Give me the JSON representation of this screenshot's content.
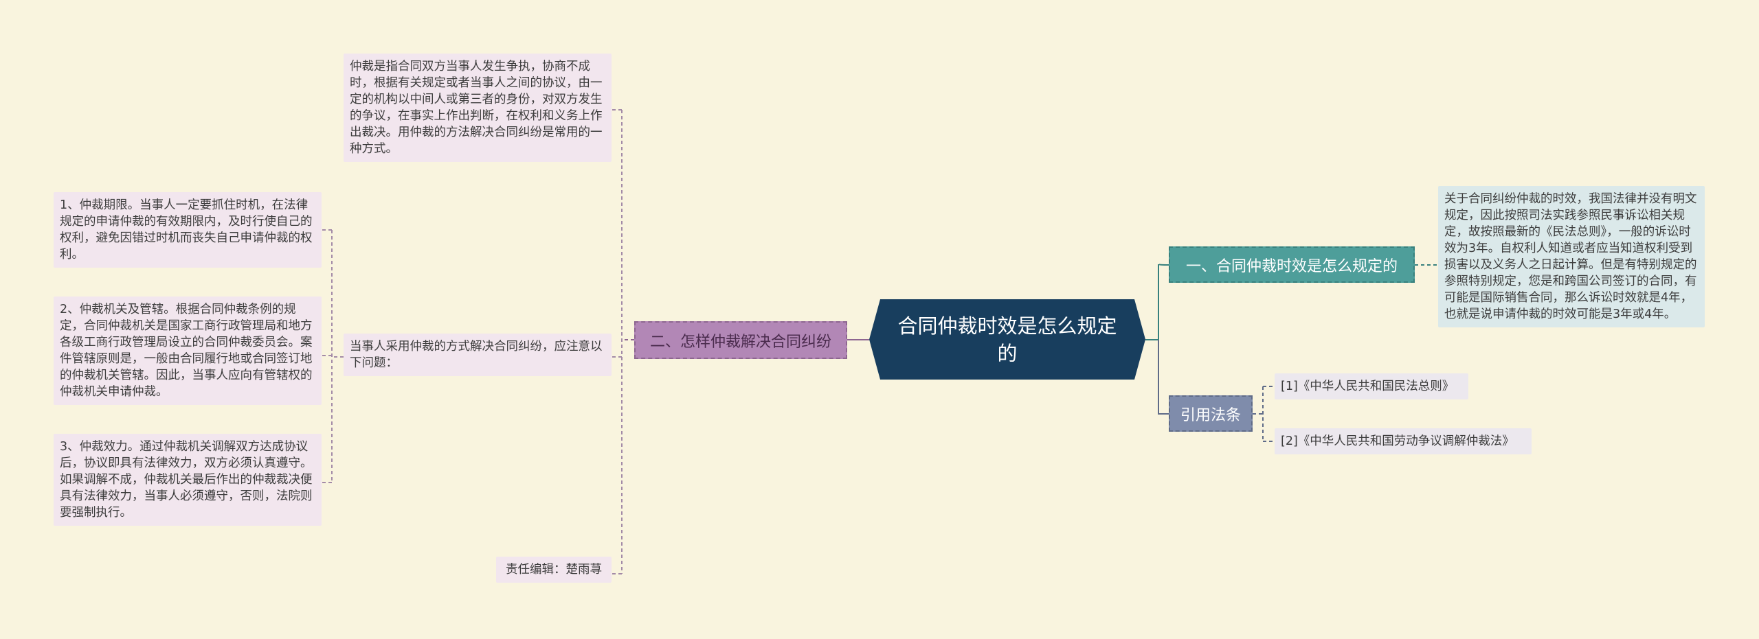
{
  "center": {
    "title": "合同仲裁时效是怎么规定的"
  },
  "branches": {
    "left": {
      "label": "二、怎样仲裁解决合同纠纷",
      "children": {
        "definition": "仲裁是指合同双方当事人发生争执，协商不成时，根据有关规定或者当事人之间的协议，由一定的机构以中间人或第三者的身份，对双方发生的争议，在事实上作出判断，在权利和义务上作出裁决。用仲裁的方法解决合同纠纷是常用的一种方式。",
        "issues": {
          "label": "当事人采用仲裁的方式解决合同纠纷，应注意以下问题：",
          "items": [
            "1、仲裁期限。当事人一定要抓住时机，在法律规定的申请仲裁的有效期限内，及时行使自己的权利，避免因错过时机而丧失自己申请仲裁的权利。",
            "2、仲裁机关及管辖。根据合同仲裁条例的规定，合同仲裁机关是国家工商行政管理局和地方各级工商行政管理局设立的合同仲裁委员会。案件管辖原则是，一般由合同履行地或合同签订地的仲裁机关管辖。因此，当事人应向有管辖权的仲裁机关申请仲裁。",
            "3、仲裁效力。通过仲裁机关调解双方达成协议后，协议即具有法律效力，双方必须认真遵守。如果调解不成，仲裁机关最后作出的仲裁裁决便具有法律效力，当事人必须遵守，否则，法院则要强制执行。"
          ]
        },
        "editor": "责任编辑：楚雨荨"
      }
    },
    "right1": {
      "label": "一、合同仲裁时效是怎么规定的",
      "detail": "关于合同纠纷仲裁的时效，我国法律并没有明文规定，因此按照司法实践参照民事诉讼相关规定，故按照最新的《民法总则》，一般的诉讼时效为3年。自权利人知道或者应当知道权利受到损害以及义务人之日起计算。但是有特别规定的参照特别规定，您是和跨国公司签订的合同，有可能是国际销售合同，那么诉讼时效就是4年，也就是说申请仲裁的时效可能是3年或4年。"
    },
    "right2": {
      "label": "引用法条",
      "refs": [
        "[1]《中华人民共和国民法总则》",
        "[2]《中华人民共和国劳动争议调解仲裁法》"
      ]
    }
  },
  "colors": {
    "background": "#f9f4de",
    "center": "#183e5e",
    "left_branch": "#b287b6",
    "right_branch_1": "#4e9e9a",
    "right_branch_2": "#7f8cab",
    "leaf_pink": "#f2e6ee",
    "leaf_blue": "#dbe9ea"
  }
}
